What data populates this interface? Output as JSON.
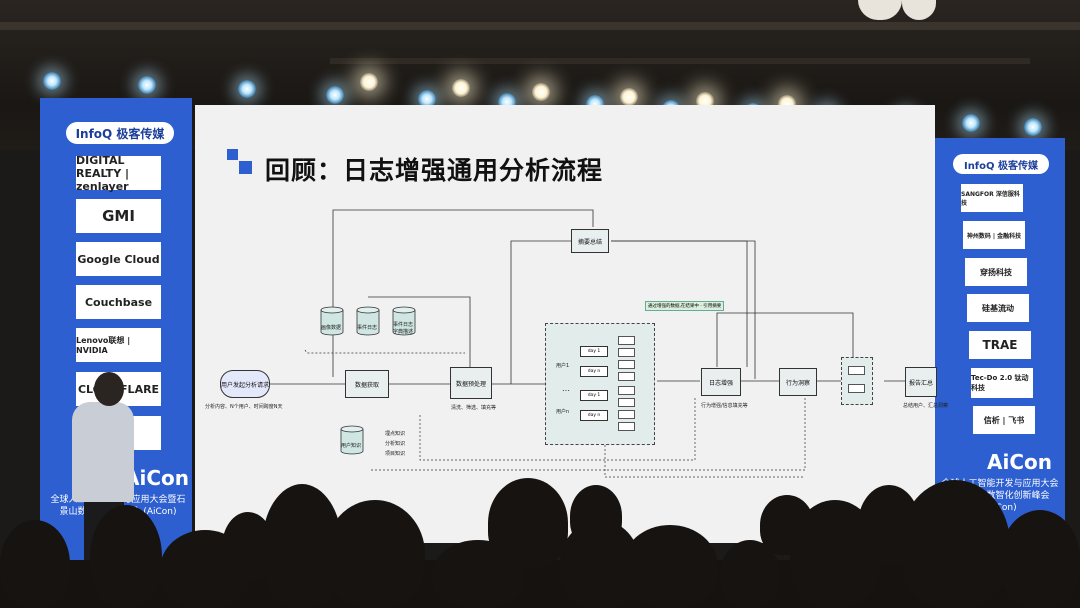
{
  "banner_left": {
    "brand": "InfoQ 极客传媒",
    "logos": [
      "DIGITAL REALTY | zenlayer",
      "GMI",
      "Google Cloud",
      "Couchbase",
      "Lenovo联想 | NVIDIA",
      "CLOUDFLARE",
      "ing"
    ],
    "event_title": "AiCon",
    "event_sub": "全球人工智能开发与应用大会暨石景山数智化创新峰会 (AiCon)"
  },
  "banner_right": {
    "brand": "InfoQ 极客传媒",
    "logos": [
      "SANGFOR 深信服科技",
      "神州数码 | 金融科技",
      "穿扬科技",
      "硅基流动",
      "TRAE",
      "Tec-Do 2.0 钛动科技",
      "信析 | 飞书"
    ],
    "event_title": "AiCon",
    "event_sub": "全球人工智能开发与应用大会 暨石景山数智化创新峰会 (AiCon)"
  },
  "slide": {
    "title": "回顾：日志增强通用分析流程",
    "nodes": {
      "user_request": "用户发起分析请求",
      "data_fetch": "数据获取",
      "preprocess": "数据预处理",
      "summary": "摘要总结",
      "log_enhance": "日志增强",
      "behavior": "行为洞察",
      "report": "报告汇总"
    },
    "datasets": [
      "画像数据",
      "事件日志",
      "事件日志\n字典描述"
    ],
    "knowledge_db": "用户知识",
    "knowledge_items": [
      "埋点知识",
      "分析知识",
      "项目知识"
    ],
    "labels": {
      "request_sub": "分析内容、N个用户、时间跨度N天",
      "preprocess_sub": "清洗、筛选、填充等",
      "enhance_sub": "行为增强/信息填充等",
      "report_sub": "总结用户、汇总洞察",
      "note": "通过增强的数据,在结果中 · 引用摘要"
    },
    "users": [
      "用户1",
      "用户n"
    ],
    "days": [
      "day 1",
      "day n",
      "day 1",
      "day n"
    ],
    "ellipsis": "…"
  },
  "colors": {
    "banner_blue": "#2d5fd0",
    "slide_bg": "#f1f1f1",
    "title_mark": "#2d5fd0"
  }
}
